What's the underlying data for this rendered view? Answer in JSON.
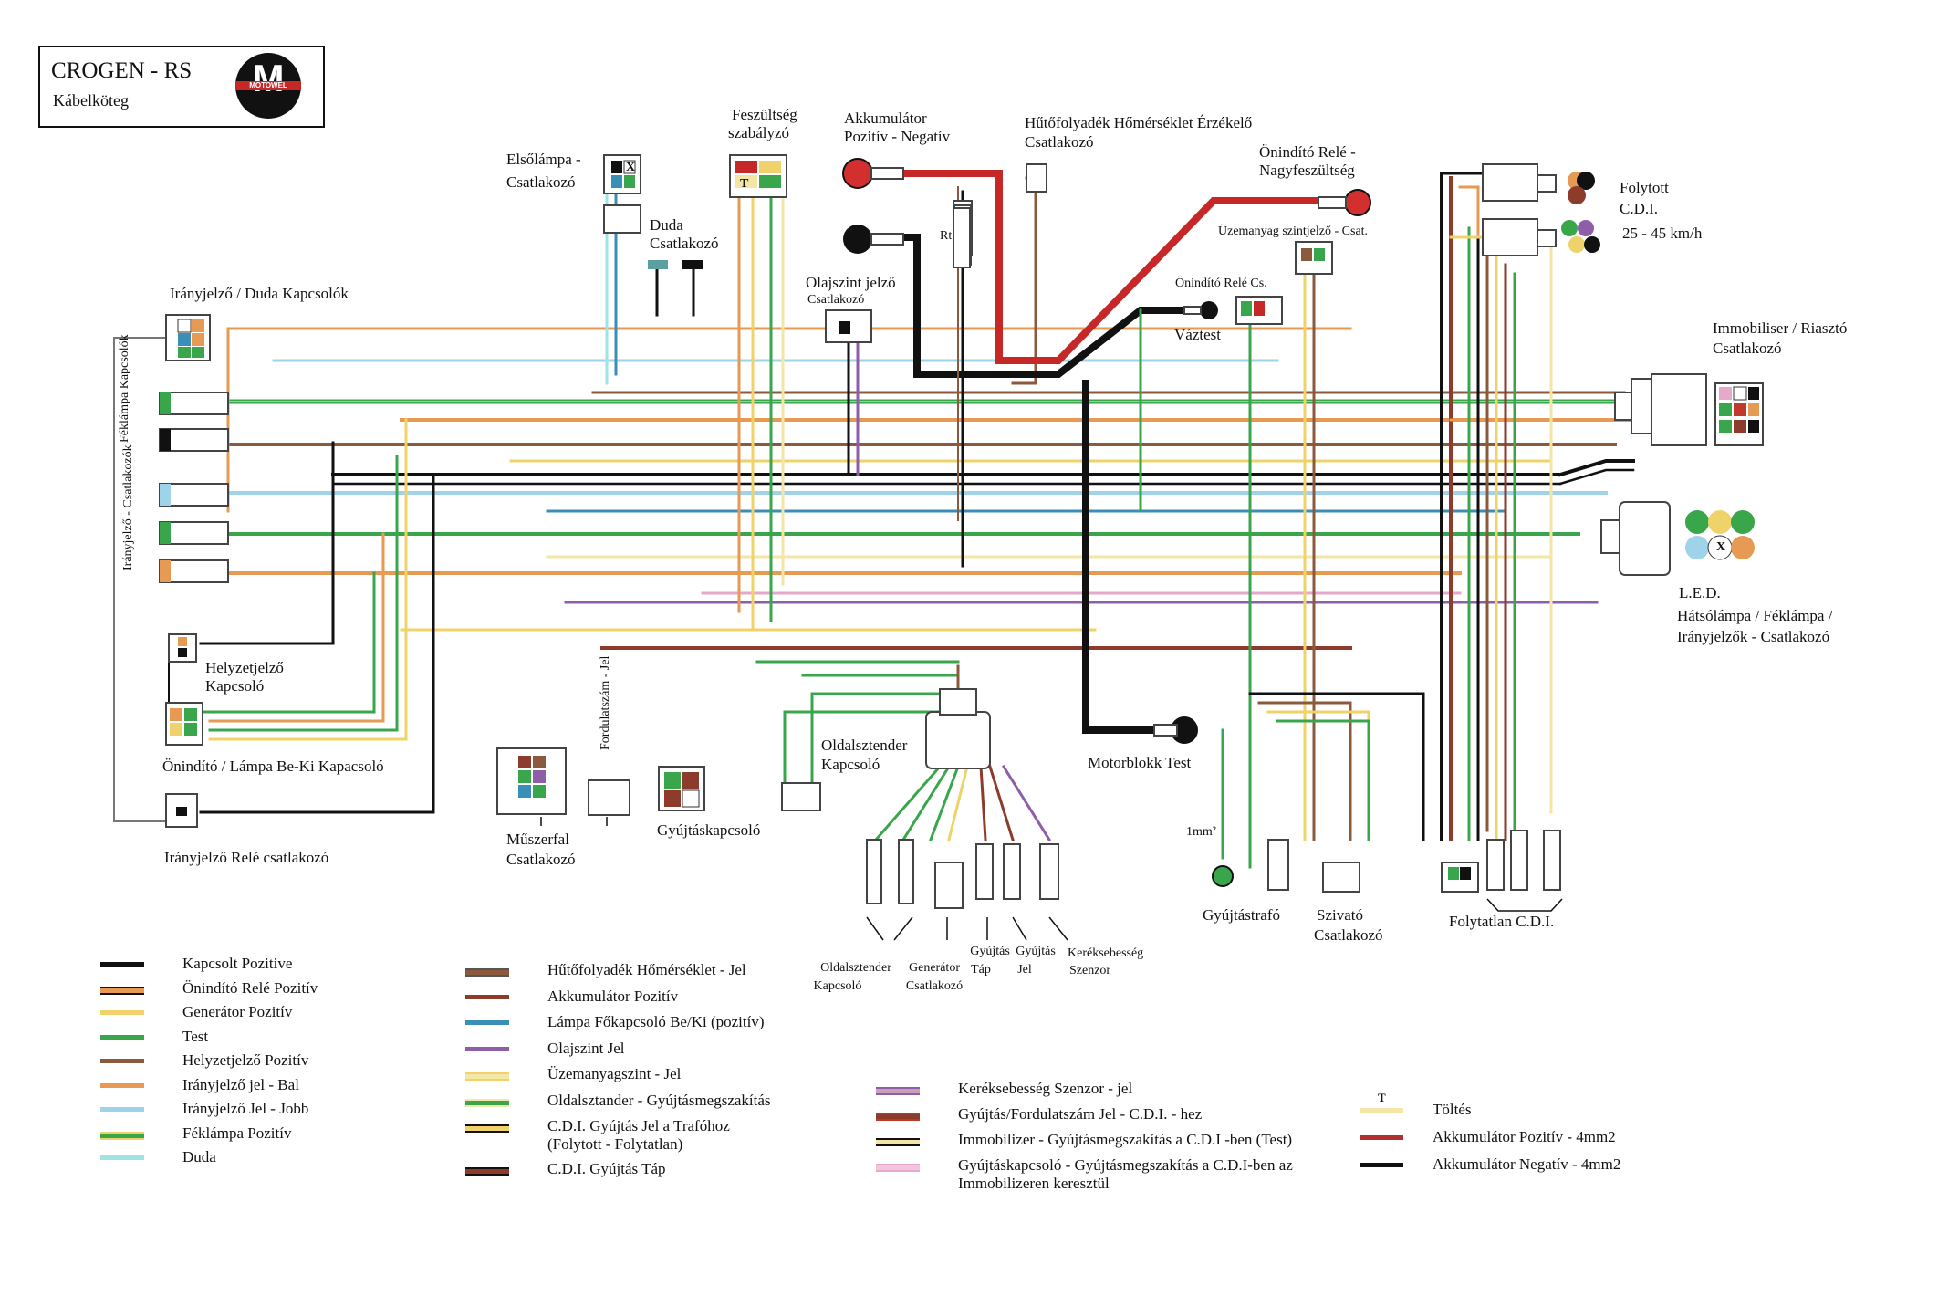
{
  "title": {
    "main": "CROGEN - RS",
    "sub": "Kábelköteg",
    "logo_text": "MOTOWEL"
  },
  "colors": {
    "black": "#111111",
    "red": "#d32f2f",
    "dark_red": "#8d3b2a",
    "brown": "#8b5a3c",
    "orange": "#e69a53",
    "yellow": "#f0d26a",
    "light_yellow": "#f3e6a6",
    "green": "#3aa64c",
    "light_blue": "#9fd3ea",
    "cyan": "#9fe3e3",
    "teal": "#3a8fb7",
    "purple": "#8e5fa8",
    "pink": "#e7a9c9",
    "gray": "#777777",
    "dark_brown": "#5c3a2a"
  },
  "labels": {
    "iranyjelzo_duda": "Irányjelző / Duda Kapcsolók",
    "feklampa_kapcsolok": "Féklámpa Kapcsolók",
    "iranyjelzo_csatlakozok": "Irányjelző - Csatlakozók",
    "helyzetjelzo_1": "Helyzetjelző",
    "helyzetjelzo_2": "Kapcsoló",
    "onindito_lampa": "Önindító / Lámpa Be-Ki Kapacsoló",
    "iranyjelzo_rele": "Irányjelző Relé csatlakozó",
    "elsolampa_1": "Elsőlámpa -",
    "elsolampa_2": "Csatlakozó",
    "duda_1": "Duda",
    "duda_2": "Csatlakozó",
    "feszultseg_1": "Feszültség",
    "feszultseg_2": "szabályzó",
    "akku_1": "Akkumulátor",
    "akku_2": "Pozitív  - Negatív",
    "hutofolyadek_1": "Hűtőfolyadék Hőmérséklet Érzékelő",
    "hutofolyadek_2": "Csatlakozó",
    "rt": "Rt",
    "olajszint_1": "Olajszint jelző",
    "olajszint_2": "Csatlakozó",
    "onindito_rele_1": "Önindító Relé -",
    "onindito_rele_2": "Nagyfeszültség",
    "uzemanyag_szintjelzo": "Üzemanyag szintjelző - Csat.",
    "onindito_rele_cs": "Önindító Relé Cs.",
    "vaztest": "Váztest",
    "folytott_1": "Folytott",
    "folytott_2": "C.D.I.",
    "folytott_3": "25 - 45 km/h",
    "immobiliser_1": "Immobiliser / Riasztó",
    "immobiliser_2": "Csatlakozó",
    "led_1": "L.E.D.",
    "led_2": "Hátsólámpa / Féklámpa /",
    "led_3": "Irányjelzők - Csatlakozó",
    "muszerfal_1": "Műszerfal",
    "muszerfal_2": "Csatlakozó",
    "fordulatszam": "Fordulatszám - Jel",
    "gyujtaskapcsolo": "Gyújtáskapcsoló",
    "oldalsztender_1": "Oldalsztender",
    "oldalsztender_2": "Kapcsoló",
    "motorblokk": "Motorblokk Test",
    "mm": "1mm²",
    "gyujtastrafo": "Gyújtástrafó",
    "szivato_1": "Szivató",
    "szivato_2": "Csatlakozó",
    "folytatlan": "Folytatlan C.D.I.",
    "bottom_oldalsztender_1": "Oldalsztender",
    "bottom_oldalsztender_2": "Kapcsoló",
    "bottom_generator_1": "Generátor",
    "bottom_generator_2": "Csatlakozó",
    "bottom_gyujtas_tap_1": "Gyújtás",
    "bottom_gyujtas_tap_2": "Táp",
    "bottom_gyujtas_jel_1": "Gyújtás",
    "bottom_gyujtas_jel_2": "Jel",
    "bottom_kerek_1": "Keréksebesség",
    "bottom_kerek_2": "Szenzor",
    "t_mark": "T",
    "x_mark": "X"
  },
  "legend": {
    "col1": [
      {
        "text": "Kapcsolt Pozitive",
        "color": "#111111",
        "stripe": ""
      },
      {
        "text": "Önindító Relé Pozitív",
        "color": "#e69a53",
        "stripe": "#111111"
      },
      {
        "text": "Generátor Pozitív",
        "color": "#f0d26a",
        "stripe": ""
      },
      {
        "text": "Test",
        "color": "#3aa64c",
        "stripe": ""
      },
      {
        "text": "Helyzetjelző Pozitív",
        "color": "#8b5a3c",
        "stripe": ""
      },
      {
        "text": "Irányjelző jel - Bal",
        "color": "#e69a53",
        "stripe": ""
      },
      {
        "text": "Irányjelző Jel - Jobb",
        "color": "#9fd3ea",
        "stripe": ""
      },
      {
        "text": "Féklámpa Pozitív",
        "color": "#3aa64c",
        "stripe": "#f0d26a"
      },
      {
        "text": "Duda",
        "color": "#9fe3e3",
        "stripe": ""
      }
    ],
    "col2": [
      {
        "text": "Hűtőfolyadék Hőmérséklet - Jel",
        "color": "#8b5a3c",
        "stripe": "#555555"
      },
      {
        "text": "Akkumulátor Pozitív",
        "color": "#8d3b2a",
        "stripe": ""
      },
      {
        "text": "Lámpa Főkapcsoló Be/Ki (pozitív)",
        "color": "#3a8fb7",
        "stripe": ""
      },
      {
        "text": "Olajszint Jel",
        "color": "#8e5fa8",
        "stripe": ""
      },
      {
        "text": "Üzemanyagszint - Jel",
        "color": "#f3e6a6",
        "stripe": "#f0d26a"
      },
      {
        "text": "Oldalsztander - Gyújtásmegszakítás",
        "color": "#3aa64c",
        "stripe": "#f3e6a6"
      },
      {
        "text": "C.D.I. Gyújtás Jel a Trafóhoz",
        "text2": "(Folytott - Folytatlan)",
        "color": "#f0d26a",
        "stripe": "#111111"
      },
      {
        "text": "C.D.I. Gyújtás Táp",
        "color": "#8d3b2a",
        "stripe": "#111111"
      }
    ],
    "col3": [
      {
        "text": "Keréksebesség Szenzor - jel",
        "color": "#c9a0b7",
        "stripe": "#8e5fa8"
      },
      {
        "text": "Gyújtás/Fordulatszám  Jel - C.D.I. - hez",
        "color": "#8d3b2a",
        "stripe": "#c0392b"
      },
      {
        "text": "Immobilizer - Gyújtásmegszakítás a C.D.I -ben (Test)",
        "color": "#f3e6a6",
        "stripe": "#111111"
      },
      {
        "text": "Gyújtáskapcsoló - Gyújtásmegszakítás a C.D.I-ben az",
        "text2": "Immobilizeren keresztül",
        "color": "#f2c6dc",
        "stripe": "#e7a9c9"
      }
    ],
    "col4": [
      {
        "text": "Töltés",
        "color": "#f3e6a6",
        "stripe": "",
        "mark": "T"
      },
      {
        "text": "Akkumulátor Pozitív - 4mm2",
        "color": "#b03030",
        "stripe": ""
      },
      {
        "text": "Akkumulátor Negatív - 4mm2",
        "color": "#111111",
        "stripe": ""
      }
    ]
  }
}
